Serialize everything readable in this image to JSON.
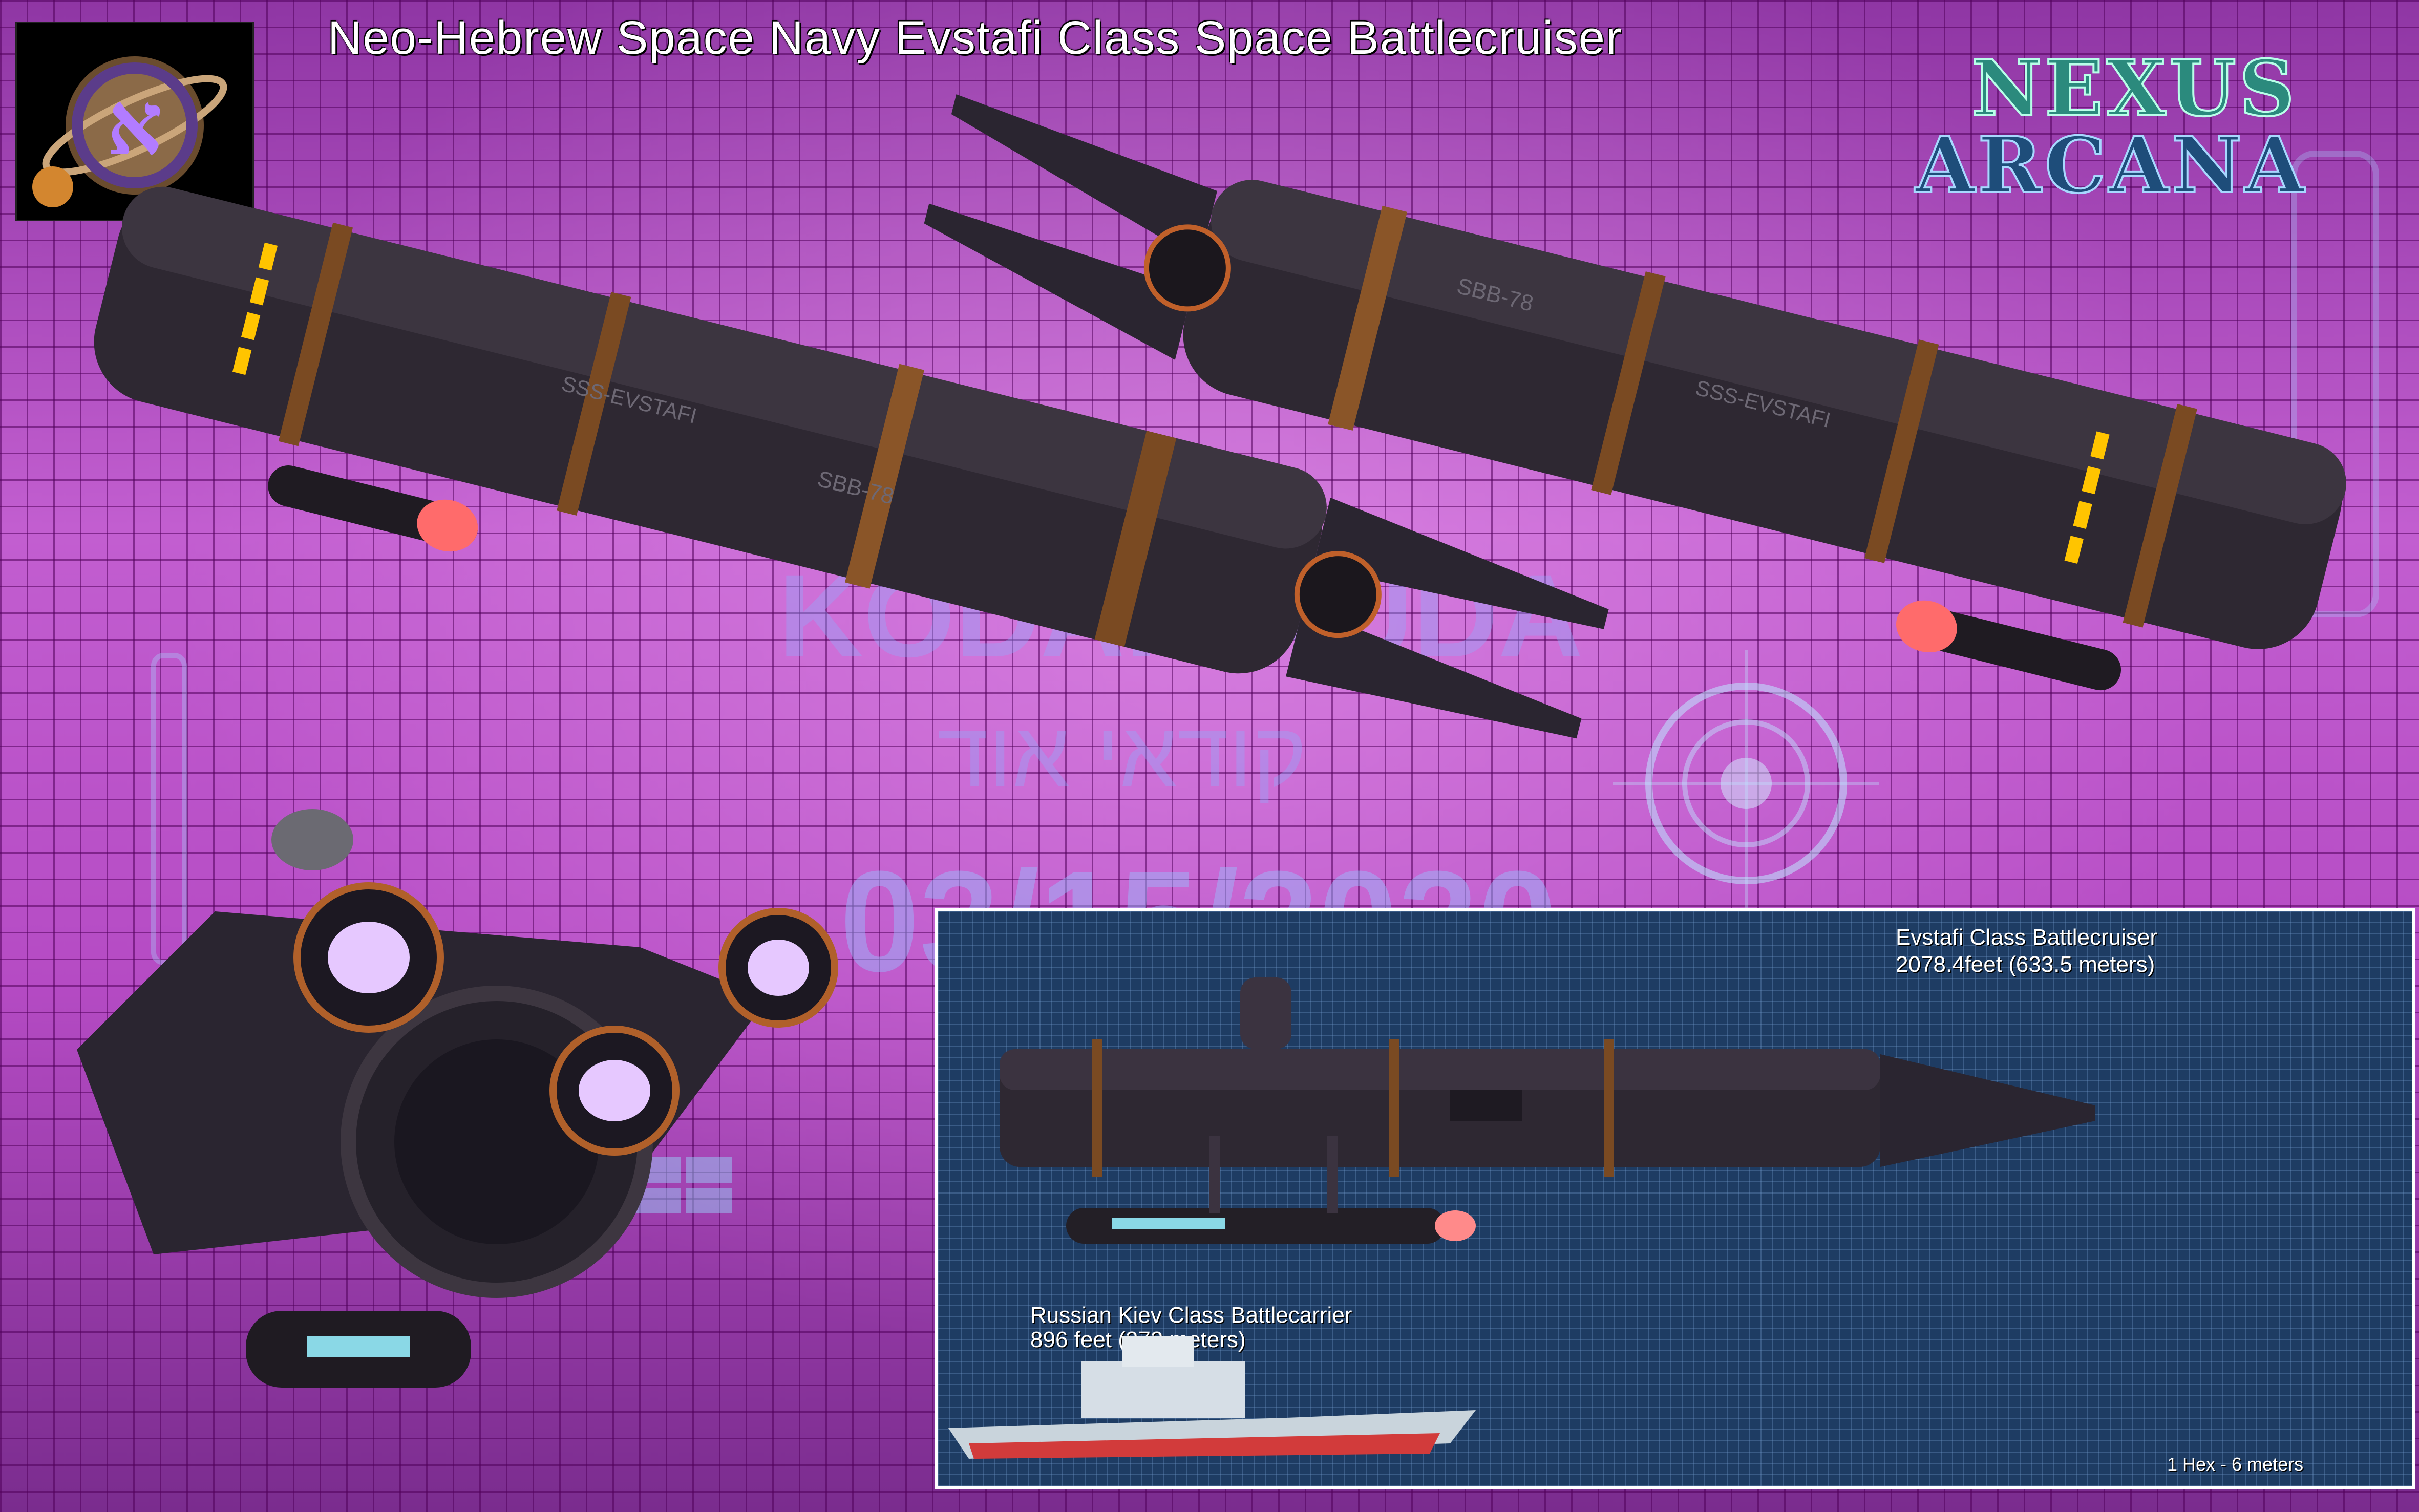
{
  "poster": {
    "title": "Neo-Hebrew Space Navy Evstafi Class Space Battlecruiser",
    "brand_line1": "NEXUS",
    "brand_line2": "ARCANA",
    "logo_glyph": "א",
    "watermark": {
      "name": "KODAK KUDA",
      "hebrew": "קודאי אוד",
      "date": "03/15/2020"
    },
    "hull_markings": {
      "name": "SSS-EVSTAFI",
      "registry": "SBB-78"
    }
  },
  "comparison": {
    "ship1_name": "Evstafi Class Battlecruiser",
    "ship1_size": "2078.4feet (633.5 meters)",
    "ship2_name": "Russian Kiev Class Battlecarrier",
    "ship2_size": "896 feet (273 meters)",
    "scale_note": "1 Hex - 6 meters"
  },
  "colors": {
    "background_accent": "#b04fc0",
    "panel_bg": "#1e3c63",
    "hull_dark": "#2a2530",
    "hull_copper": "#7a4a22",
    "window_yellow": "#ffc400",
    "engine_glow": "#e6c8ff"
  }
}
